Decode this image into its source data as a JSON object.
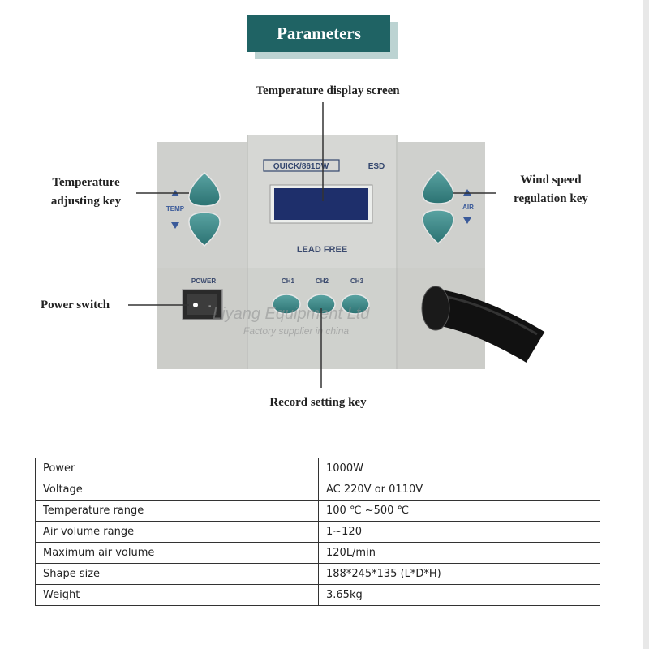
{
  "title": "Parameters",
  "callouts": {
    "display": "Temperature display screen",
    "temp_key_line1": "Temperature",
    "temp_key_line2": "adjusting key",
    "wind_key_line1": "Wind speed",
    "wind_key_line2": "regulation key",
    "power_switch": "Power switch",
    "record_key": "Record setting key"
  },
  "device": {
    "model": "QUICK/861DW",
    "esd": "ESD",
    "lead_free": "LEAD FREE",
    "temp_label": "TEMP",
    "air_label": "AIR",
    "power_label": "POWER",
    "channels": [
      "CH1",
      "CH2",
      "CH3"
    ],
    "watermark_line1": "Liyang Equipment Ltd",
    "watermark_line2": "Factory supplier in china",
    "colors": {
      "body": "#cfd0cd",
      "button": "#3e8a8a",
      "display": "#1e2f6b",
      "hose": "#111111"
    }
  },
  "specs": [
    {
      "name": "Power",
      "value": "1000W"
    },
    {
      "name": "Voltage",
      "value": "AC 220V or 0110V"
    },
    {
      "name": "Temperature range",
      "value": "100 ℃ ~500 ℃"
    },
    {
      "name": "Air volume range",
      "value": "1~120"
    },
    {
      "name": "Maximum air volume",
      "value": "120L/min"
    },
    {
      "name": "Shape size",
      "value": "188*245*135 (L*D*H)"
    },
    {
      "name": "Weight",
      "value": "3.65kg"
    }
  ]
}
